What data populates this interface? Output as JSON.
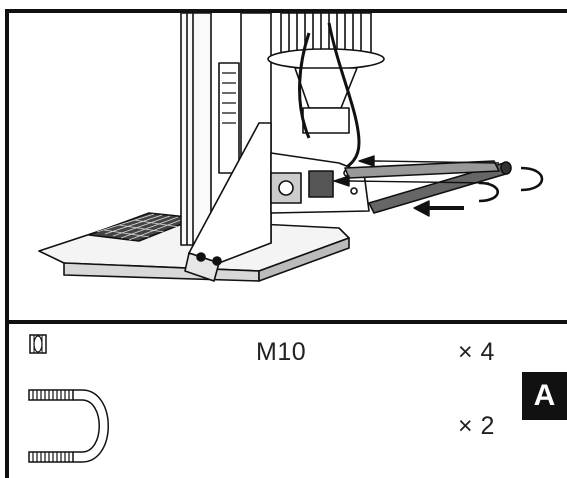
{
  "parts": {
    "nut": {
      "size": "M10",
      "qty": "× 4",
      "icon": "hex-nut-icon"
    },
    "ubolt": {
      "qty": "× 2",
      "icon": "u-bolt-icon"
    }
  },
  "step_label": "A"
}
